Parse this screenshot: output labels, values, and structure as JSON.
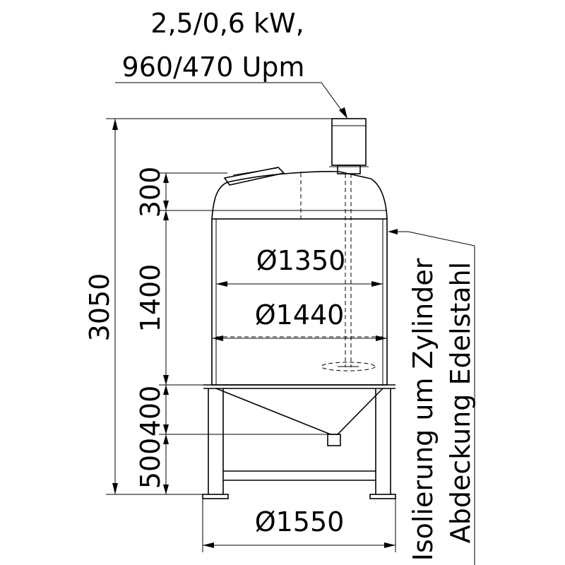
{
  "motor": {
    "power": "2,5/0,6 kW,",
    "speed": "960/470 Upm"
  },
  "dimensions": {
    "total_height": "3050",
    "top_height": "300",
    "cylinder_height": "1400",
    "cone_height": "400",
    "leg_height": "500",
    "inner_diameter": "Ø1350",
    "outer_diameter": "Ø1440",
    "frame_diameter": "Ø1550"
  },
  "notes": {
    "insulation": "Isolierung um Zylinder",
    "cover": "Abdeckung Edelstahl"
  }
}
